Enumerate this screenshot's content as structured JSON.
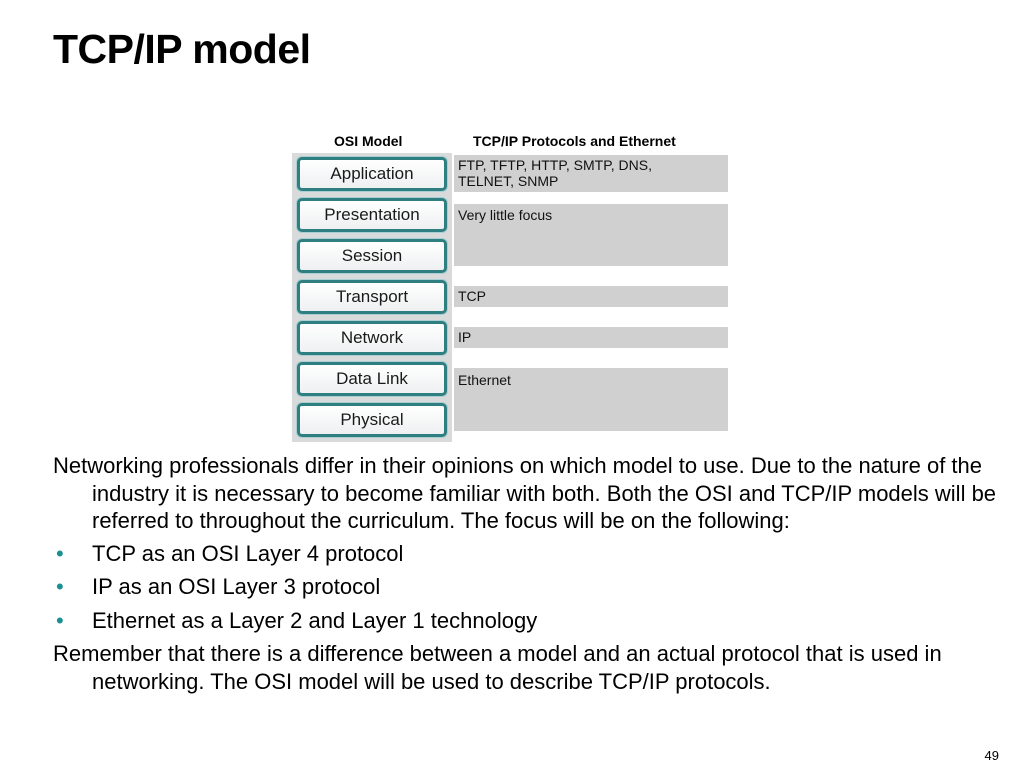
{
  "title": "TCP/IP model",
  "diagram": {
    "osi_header": "OSI Model",
    "protocols_header": "TCP/IP Protocols and Ethernet",
    "layers": [
      "Application",
      "Presentation",
      "Session",
      "Transport",
      "Network",
      "Data Link",
      "Physical"
    ],
    "protocols": [
      {
        "line1": "FTP, TFTP, HTTP, SMTP, DNS,",
        "line2": "TELNET, SNMP"
      },
      {
        "text": "Very little focus"
      },
      {
        "text": "TCP"
      },
      {
        "text": "IP"
      },
      {
        "text": "Ethernet"
      }
    ]
  },
  "body": {
    "intro": "Networking professionals differ in their opinions on which model to use. Due to the nature of the industry it is necessary to become familiar with both. Both the OSI and TCP/IP models will be referred to throughout the curriculum. The focus will be on the following:",
    "bullets": [
      "TCP as an OSI Layer 4 protocol",
      "IP as an OSI Layer 3 protocol",
      "Ethernet as a Layer 2 and Layer 1 technology"
    ],
    "closing": "Remember that there is a difference between a model and an actual protocol that is used in networking. The OSI model will be used to describe TCP/IP protocols."
  },
  "page_number": "49",
  "colors": {
    "layer_border": "#2f7f82",
    "bullet": "#1b8f92",
    "protocol_fill": "#d0d0d0"
  }
}
